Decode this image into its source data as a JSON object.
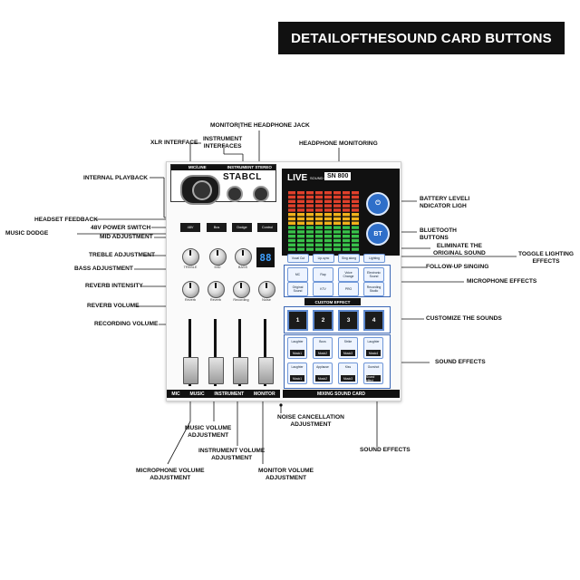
{
  "title": "DETAILOFTHESOUND CARD BUTTONS",
  "callouts": {
    "monitor_jack": "MONITOR|THE HEADPHONE JACK",
    "xlr": "XLR INTERFACE",
    "instrument_interfaces": "INSTRUMENT\nINTERFACES",
    "headphone_monitoring": "HEADPHONE MONITORING",
    "internal_playback": "INTERNAL PLAYBACK",
    "battery": "BATTERY LEVELI\nNDICATOR LIGH",
    "headset_feedback": "HEADSET FEEDBACK",
    "power_switch": "48V POWER SWITCH",
    "music_dodge": "MUSIC DODGE",
    "bluetooth": "BLUETOOTH\nBUTTONS",
    "mid": "MID ADJUSTMENT",
    "eliminate": "ELIMINATE THE\nORIGINAL SOUND",
    "toggle_lighting": "TOGGLE LIGHTING\nEFFECTS",
    "treble": "TREBLE ADJUSTMENT",
    "follow_up": "FOLLOW-UP SINGING",
    "bass": "BASS ADJUSTMENT",
    "mic_effects": "MICROPHONE EFFECTS",
    "reverb_intensity": "REVERB INTENSITY",
    "reverb_volume": "REVERB VOLUME",
    "customize": "CUSTOMIZE THE SOUNDS",
    "recording_volume": "RECORDING VOLUME",
    "sound_effects_right": "SOUND EFFECTS",
    "noise": "NOISE CANCELLATION\nADJUSTMENT",
    "music_volume": "MUSIC VOLUME\nADJUSTMENT",
    "instrument_volume": "INSTRUMENT VOLUME\nADJUSTMENT",
    "sound_effects_bottom": "SOUND EFFECTS",
    "mic_volume": "MICROPHONE VOLUME\nADJUSTMENT",
    "monitor_volume": "MONITOR VOLUME\nADJUSTMENT"
  },
  "device": {
    "mic_line": "MIC/LINE",
    "instrument_stereo": "INSTRUMENT STEREO",
    "brand": "STABCL",
    "live": "LIVE",
    "sound_card": "SOUND CARD",
    "model": "SN 800",
    "power_btn": "⏻",
    "bt_btn": "BT",
    "switches": [
      "48V",
      "Bus",
      "Dodge",
      "Control"
    ],
    "digit": "88",
    "knob_labels_row1": [
      "TREBLE",
      "MID",
      "BASS"
    ],
    "knob_labels_row2": [
      "Reverb",
      "Reverb",
      "Recording",
      "Noise"
    ],
    "strip_labels": [
      "MIC",
      "MUSIC",
      "INSTRUMENT",
      "MONITOR"
    ],
    "mixing": "MIXING SOUND CARD",
    "top_pills": [
      "Vocal Cut",
      "Lip-sync",
      "Sing along",
      "Lighting"
    ],
    "effect_buttons": [
      "MC",
      "Rap",
      "Voice Change",
      "Electronic Sound",
      "Original Sound",
      "KTV",
      "PRO",
      "Recording Studio"
    ],
    "custom_effect": "CUSTOM EFFECT",
    "custom_buttons": [
      "1",
      "2",
      "3",
      "4"
    ],
    "sound_buttons": [
      {
        "top": "Laughter",
        "bottom": "Music1"
      },
      {
        "top": "Boos",
        "bottom": "Music2"
      },
      {
        "top": "Strike",
        "bottom": "Music3"
      },
      {
        "top": "Laughter",
        "bottom": "Music4"
      },
      {
        "top": "Laughter",
        "bottom": "Music1"
      },
      {
        "top": "Applause",
        "bottom": "Music2"
      },
      {
        "top": "Kiss",
        "bottom": "Music3"
      },
      {
        "top": "Gunshot",
        "bottom": "Sound effect"
      }
    ]
  }
}
